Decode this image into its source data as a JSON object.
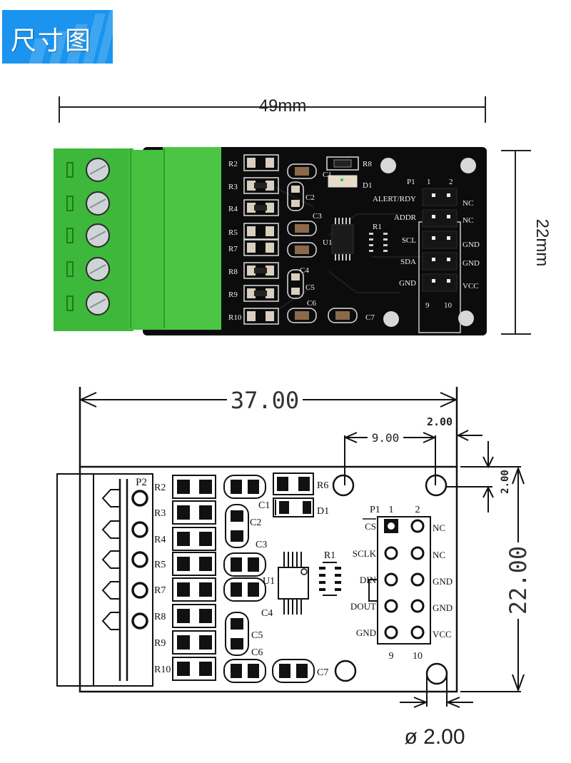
{
  "header": {
    "badge_title": "尺寸图",
    "badge_color": "#1a94ee"
  },
  "photo": {
    "width_label": "49mm",
    "height_label": "22mm",
    "board_color": "#0c0c0c",
    "terminal_color": "#3db83a",
    "resistor_labels": [
      "R2",
      "R3",
      "R4",
      "R5",
      "R7",
      "R8",
      "R9",
      "R10"
    ],
    "capacitor_labels": [
      "C1",
      "C2",
      "C3",
      "C4",
      "C5",
      "C6",
      "C7"
    ],
    "led_resistor_label": "R8",
    "led_label": "D1",
    "ic_label": "U1",
    "r1_label": "R1",
    "header_label": "P1",
    "pin_numbers": {
      "top_left": "1",
      "top_right": "2",
      "bottom_left": "9",
      "bottom_right": "10"
    },
    "left_pins": [
      "ALERT/RDY",
      "ADDR",
      "SCL",
      "SDA",
      "GND"
    ],
    "right_pins": [
      "NC",
      "NC",
      "GND",
      "GND",
      "VCC"
    ]
  },
  "drawing": {
    "width_dim": "37.00",
    "hole_spacing_dim": "9.00",
    "edge_offset_dim_top": "2.00",
    "edge_offset_dim_side": "2.00",
    "height_dim": "22.00",
    "hole_diameter_dim": "ø 2.00",
    "connector_label": "P2",
    "resistor_labels": [
      "R2",
      "R3",
      "R4",
      "R5",
      "R7",
      "R8",
      "R9",
      "R10"
    ],
    "capacitor_labels": [
      "C1",
      "C2",
      "C3",
      "C4",
      "C5",
      "C6",
      "C7"
    ],
    "led_resistor_label": "R6",
    "led_label": "D1",
    "ic_label": "U1",
    "r1_label": "R1",
    "header_label": "P1",
    "pin_numbers": {
      "top_left": "1",
      "top_right": "2",
      "bottom_left": "9",
      "bottom_right": "10"
    },
    "left_pins": [
      "CS",
      "SCLK",
      "DIN",
      "DOUT",
      "GND"
    ],
    "right_pins": [
      "NC",
      "NC",
      "GND",
      "GND",
      "VCC"
    ]
  }
}
